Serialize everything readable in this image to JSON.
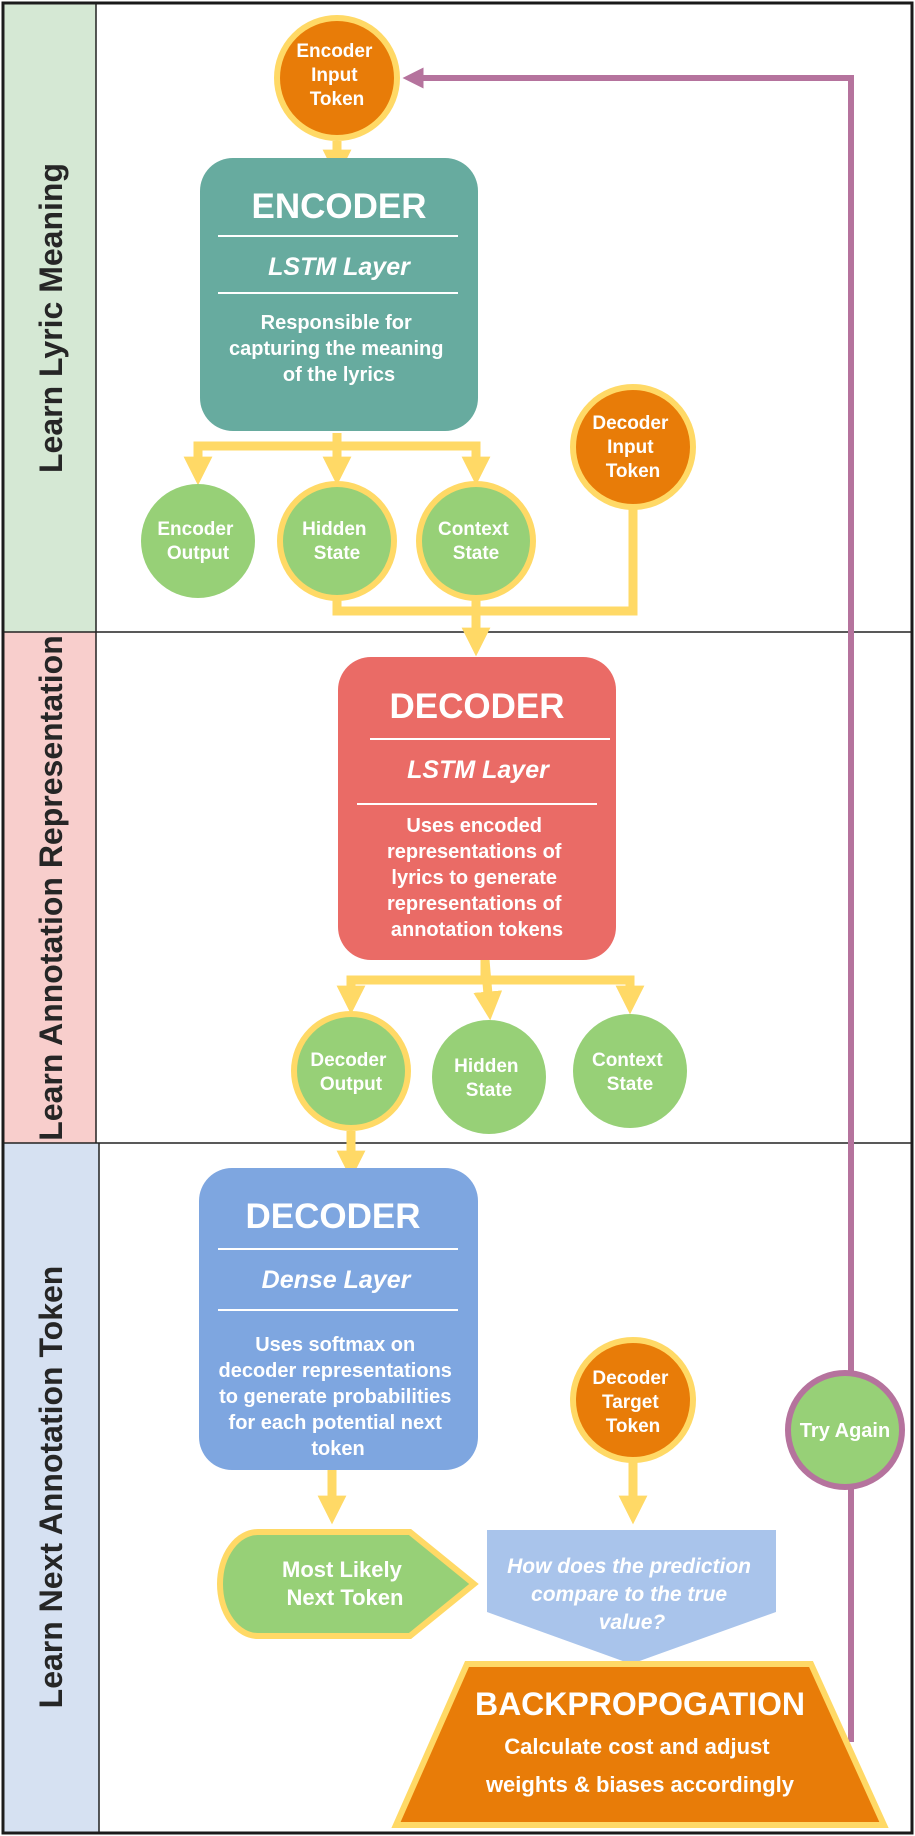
{
  "lanes": [
    {
      "label": "Learn Lyric Meaning",
      "color": "#d5e8d4"
    },
    {
      "label": "Learn Annotation Representation",
      "color": "#f8cecc"
    },
    {
      "label": "Learn Next Annotation Token",
      "color": "#d6e1f2"
    }
  ],
  "encoder_input": {
    "lines": [
      "Encoder",
      "Input",
      "Token"
    ]
  },
  "encoder": {
    "title": "ENCODER",
    "layer": "LSTM Layer",
    "desc": [
      "Responsible for",
      "capturing the meaning",
      "of the lyrics"
    ]
  },
  "encoder_outputs": [
    {
      "lines": [
        "Encoder",
        "Output"
      ]
    },
    {
      "lines": [
        "Hidden",
        "State"
      ]
    },
    {
      "lines": [
        "Context",
        "State"
      ]
    }
  ],
  "decoder_input": {
    "lines": [
      "Decoder",
      "Input",
      "Token"
    ]
  },
  "decoder_lstm": {
    "title": "DECODER",
    "layer": "LSTM Layer",
    "desc": [
      "Uses encoded",
      "representations of",
      "lyrics to generate",
      "representations of",
      "annotation tokens"
    ]
  },
  "decoder_outputs": [
    {
      "lines": [
        "Decoder",
        "Output"
      ]
    },
    {
      "lines": [
        "Hidden",
        "State"
      ]
    },
    {
      "lines": [
        "Context",
        "State"
      ]
    }
  ],
  "decoder_dense": {
    "title": "DECODER",
    "layer": "Dense Layer",
    "desc": [
      "Uses softmax on",
      "decoder representations",
      "to generate probabilities",
      "for each potential next",
      "token"
    ]
  },
  "decoder_target": {
    "lines": [
      "Decoder",
      "Target",
      "Token"
    ]
  },
  "next_token": {
    "lines": [
      "Most Likely",
      "Next Token"
    ]
  },
  "compare": {
    "lines": [
      "How does the prediction",
      "compare to the true",
      "value?"
    ]
  },
  "backprop": {
    "title": "BACKPROPOGATION",
    "lines": [
      "Calculate cost and adjust",
      "weights & biases accordingly"
    ]
  },
  "try_again": {
    "label": "Try Again"
  },
  "colors": {
    "orange": "#e87c08",
    "yellow": "#ffd966",
    "green": "#97d077",
    "teal": "#67ab9f",
    "red": "#ea6b66",
    "blue": "#7ea6e0",
    "light_blue": "#a9c4eb",
    "purple": "#b5739d"
  }
}
